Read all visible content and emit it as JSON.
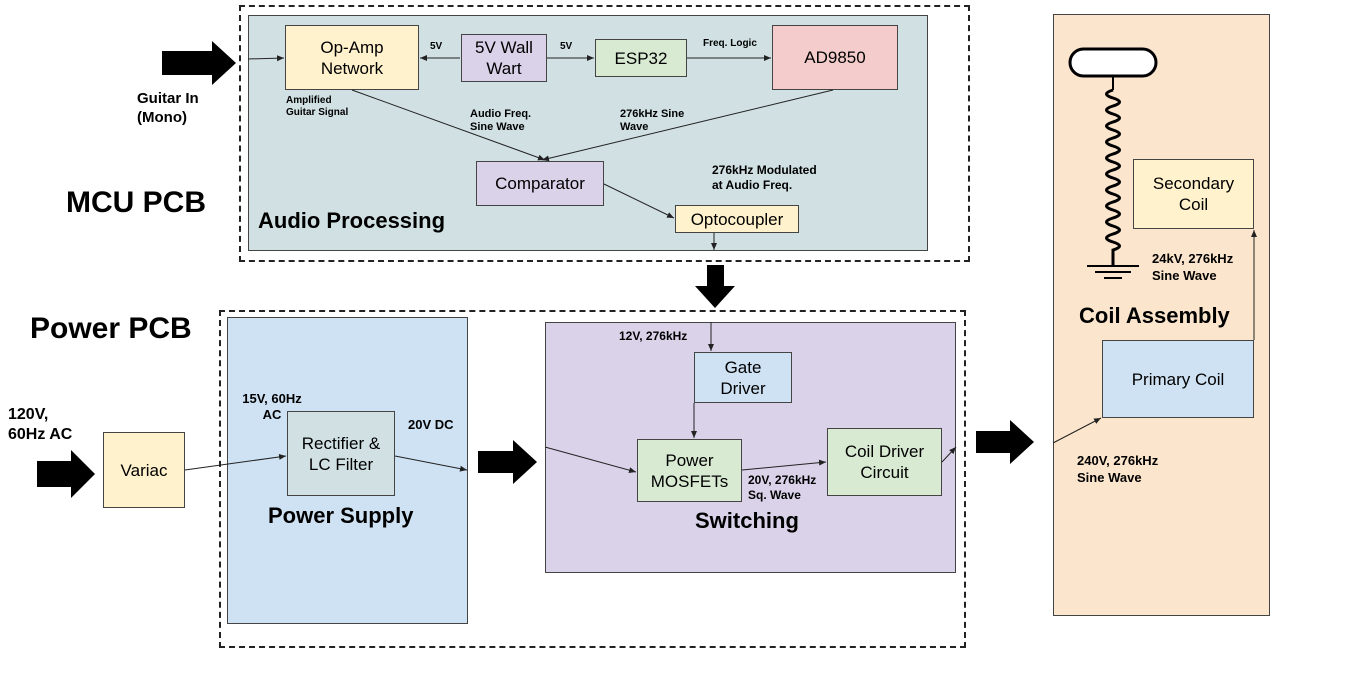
{
  "sections": {
    "mcu_pcb": "MCU PCB",
    "power_pcb": "Power PCB"
  },
  "regions": {
    "audio_processing": "Audio Processing",
    "power_supply": "Power Supply",
    "switching": "Switching",
    "coil_assembly": "Coil Assembly"
  },
  "blocks": {
    "op_amp": "Op-Amp\nNetwork",
    "wall_wart": "5V Wall\nWart",
    "esp32": "ESP32",
    "ad9850": "AD9850",
    "comparator": "Comparator",
    "optocoupler": "Optocoupler",
    "variac": "Variac",
    "rectifier": "Rectifier &\nLC Filter",
    "gate_driver": "Gate\nDriver",
    "power_mosfets": "Power\nMOSFETs",
    "coil_driver": "Coil Driver\nCircuit",
    "secondary_coil": "Secondary\nCoil",
    "primary_coil": "Primary Coil"
  },
  "labels": {
    "guitar_in": "Guitar In\n(Mono)",
    "five_v_left": "5V",
    "five_v_right": "5V",
    "freq_logic": "Freq. Logic",
    "amplified_signal": "Amplified\nGuitar Signal",
    "audio_freq_sine": "Audio Freq.\nSine Wave",
    "sine_276": "276kHz Sine\nWave",
    "modulated": "276kHz Modulated\nat Audio Freq.",
    "mains_in": "120V,\n60Hz AC",
    "ac_15v": "15V, 60Hz\nAC",
    "dc_20v": "20V DC",
    "gate_12v": "12V, 276kHz",
    "sq_wave": "20V, 276kHz\nSq. Wave",
    "secondary_out": "24kV, 276kHz\nSine Wave",
    "primary_in": "240V, 276kHz\nSine Wave"
  },
  "colors": {
    "audio_bg": "#d0e0e3",
    "yellow": "#fff2cc",
    "purple": "#d9d2e9",
    "green": "#d9ead3",
    "red": "#f4cccc",
    "blue": "#cfe2f3",
    "orange": "#fce5cd"
  }
}
